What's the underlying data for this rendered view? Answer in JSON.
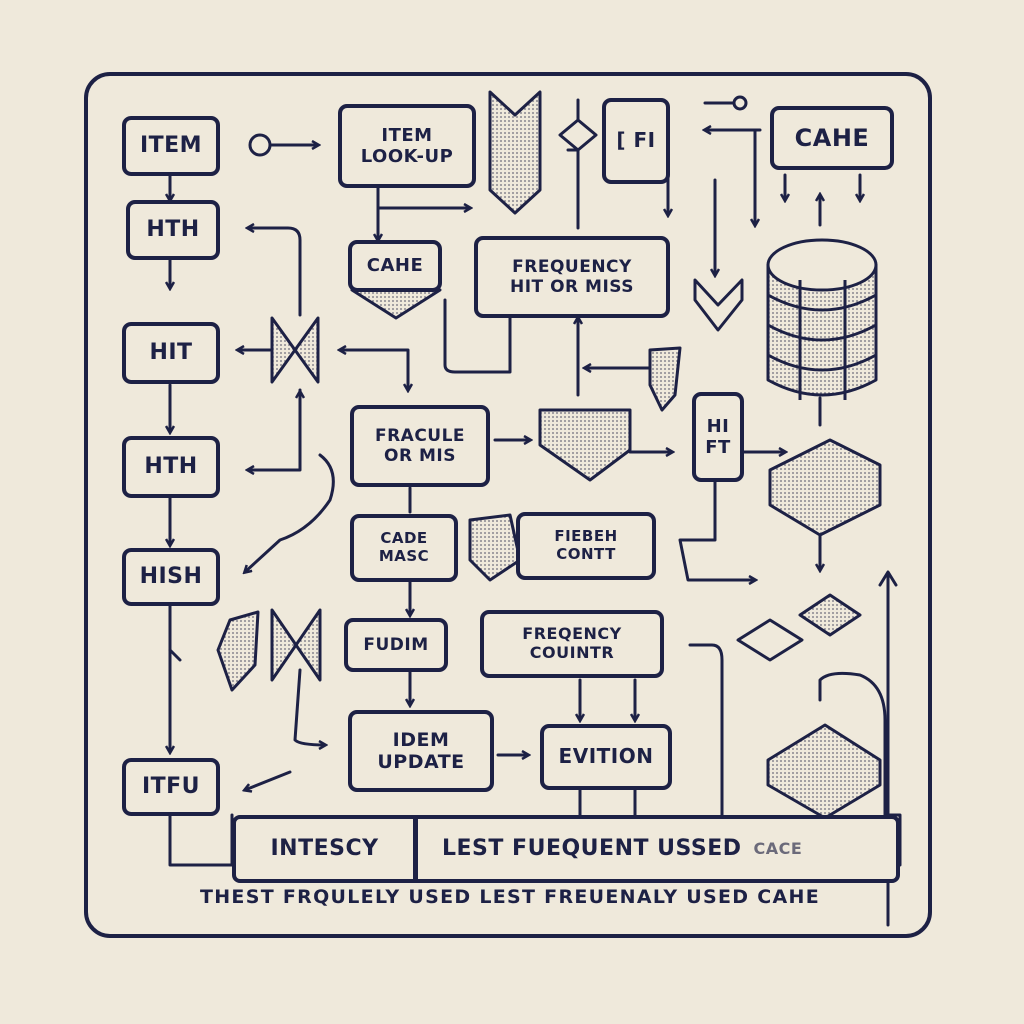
{
  "nodes": {
    "item": "ITEM",
    "hth_top": "HTH",
    "hit": "HIT",
    "hth_mid": "HTH",
    "hish": "HISH",
    "itfu": "ITFU",
    "item_lookup": [
      "ITEM",
      "LOOK-UP"
    ],
    "cahe_small": "CAHE",
    "fi_box": "[ FI",
    "cahe_top_right": "CAHE",
    "frequency_hit_or_miss": [
      "FREQUENCY",
      "HIT OR MISS"
    ],
    "fracule_or_mis": [
      "FRACULE",
      "OR MIS"
    ],
    "cade_masc": [
      "CADE",
      "MASC"
    ],
    "fiebeh_contt": [
      "FIEBEH",
      "CONTT"
    ],
    "fudim": "FUDIM",
    "frequency_countr": [
      "FREQENCY",
      "COUINTR"
    ],
    "idem_update": [
      "IDEM",
      "UPDATE"
    ],
    "evition": "EVITION",
    "hi_ft": [
      "HI",
      "FT"
    ],
    "intescy": "INTESCY",
    "lest_fuequent": "LEST FUEQUENT USSED",
    "cace_tail": "CACE"
  },
  "caption": "THEST FRQULELY USED LEST FREUENALY USED CAHE",
  "colors": {
    "ink": "#1d2145",
    "paper": "#efe9db",
    "shade": "#c9c4b6"
  }
}
